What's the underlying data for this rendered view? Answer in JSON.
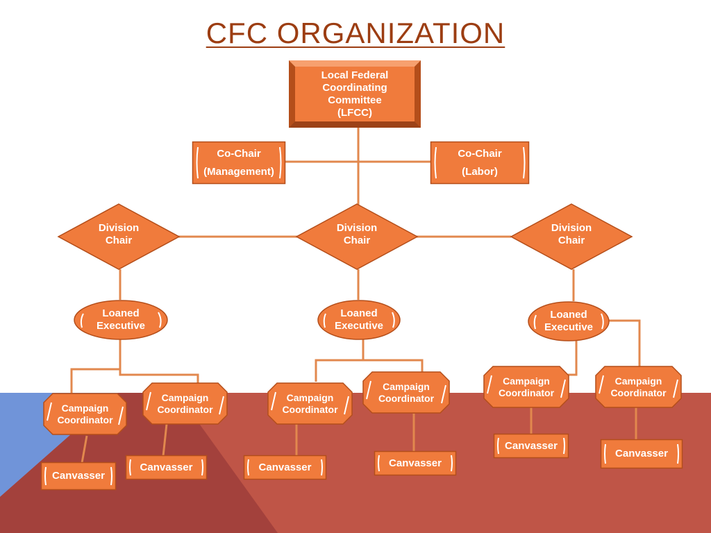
{
  "title": "CFC ORGANIZATION",
  "colors": {
    "node_fill": "#f07b3c",
    "node_border": "#b44e1a",
    "connector": "#e2884e",
    "title": "#9c3d12",
    "bg_blue": "#7094d9",
    "bg_red_dark": "#a3413c",
    "bg_red": "#bf5547"
  },
  "nodes": {
    "lfcc": {
      "line1": "Local Federal",
      "line2": "Coordinating",
      "line3": "Committee",
      "line4": "(LFCC)"
    },
    "cochair_mgmt": {
      "line1": "Co-Chair",
      "line2": "(Management)"
    },
    "cochair_labor": {
      "line1": "Co-Chair",
      "line2": "(Labor)"
    },
    "division_left": {
      "line1": "Division",
      "line2": "Chair"
    },
    "division_center": {
      "line1": "Division",
      "line2": "Chair"
    },
    "division_right": {
      "line1": "Division",
      "line2": "Chair"
    },
    "le_left": {
      "line1": "Loaned",
      "line2": "Executive"
    },
    "le_center": {
      "line1": "Loaned",
      "line2": "Executive"
    },
    "le_right": {
      "line1": "Loaned",
      "line2": "Executive"
    },
    "cc_1": {
      "line1": "Campaign",
      "line2": "Coordinator"
    },
    "cc_2": {
      "line1": "Campaign",
      "line2": "Coordinator"
    },
    "cc_3": {
      "line1": "Campaign",
      "line2": "Coordinator"
    },
    "cc_4": {
      "line1": "Campaign",
      "line2": "Coordinator"
    },
    "cc_5": {
      "line1": "Campaign",
      "line2": "Coordinator"
    },
    "cc_6": {
      "line1": "Campaign",
      "line2": "Coordinator"
    },
    "can_1": {
      "label": "Canvasser"
    },
    "can_2": {
      "label": "Canvasser"
    },
    "can_3": {
      "label": "Canvasser"
    },
    "can_4": {
      "label": "Canvasser"
    },
    "can_5": {
      "label": "Canvasser"
    },
    "can_6": {
      "label": "Canvasser"
    }
  }
}
